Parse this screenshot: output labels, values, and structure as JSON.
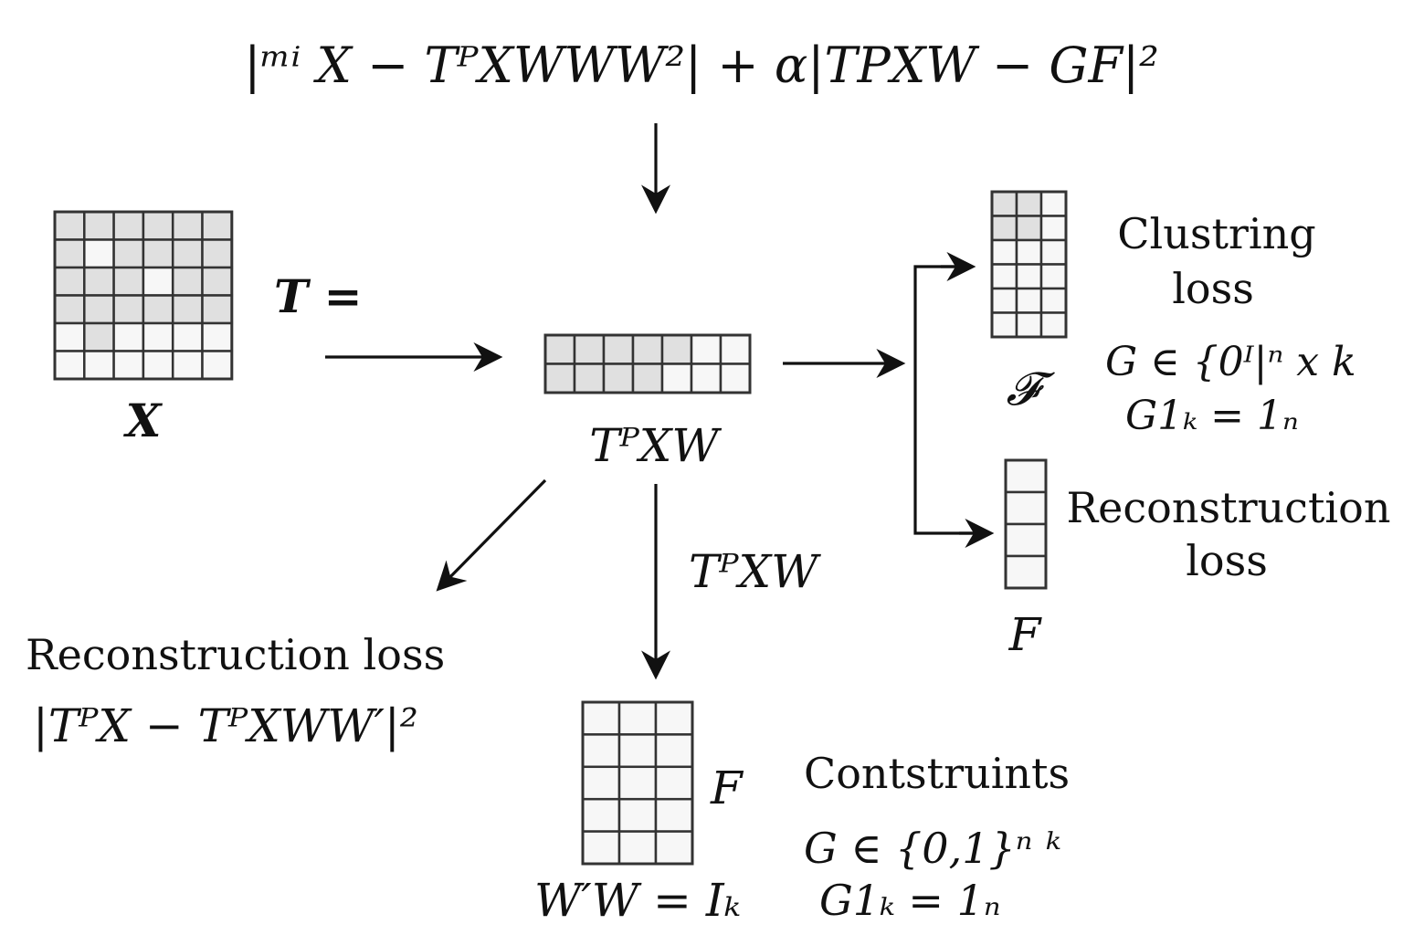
{
  "objective": {
    "text": "|ᵐⁱ X − TᴾXWWW²| + α|TPXW − GF|²"
  },
  "matrix_x": {
    "label": "X",
    "rows": [
      [
        1,
        1,
        1,
        1,
        1,
        1
      ],
      [
        1,
        0,
        1,
        1,
        1,
        1
      ],
      [
        1,
        1,
        1,
        0,
        1,
        1
      ],
      [
        1,
        1,
        1,
        1,
        1,
        1
      ],
      [
        0,
        1,
        0,
        0,
        0,
        0
      ],
      [
        0,
        0,
        0,
        0,
        0,
        0
      ]
    ]
  },
  "t_equals": {
    "text": "T ="
  },
  "projection": {
    "label": "TᴾXW",
    "rows": [
      [
        1,
        1,
        1,
        1,
        1,
        0,
        0
      ],
      [
        1,
        1,
        1,
        1,
        0,
        0,
        0
      ]
    ]
  },
  "clustering": {
    "matrix_label": "𝓕",
    "title_line1": "Clustring",
    "title_line2": "loss",
    "constraint1": "G ∈ {0ᴵ|ⁿ x k",
    "constraint2": "G1ₖ = 1ₙ",
    "rows": [
      [
        1,
        1,
        0
      ],
      [
        1,
        1,
        0
      ],
      [
        0,
        0,
        0
      ],
      [
        0,
        0,
        0
      ],
      [
        0,
        0,
        0
      ],
      [
        0,
        0,
        0
      ]
    ]
  },
  "reconstruction_right": {
    "matrix_label": "F",
    "title_line1": "Reconstruction",
    "title_line2": "loss",
    "rows": 4
  },
  "reconstruction_left": {
    "title": "Reconstruction loss",
    "formula": "|TᴾX − TᴾXWW′|²"
  },
  "down_arrow_label": {
    "text": "TᴾXW"
  },
  "bottom_matrix": {
    "label": "F",
    "constraint": "W′W = Iₖ",
    "rows": 5,
    "cols": 3
  },
  "constraints": {
    "title": "Contstruints",
    "line1": "G ∈ {0,1}ⁿ ᵏ",
    "line2": "G1ₖ = 1ₙ"
  },
  "colors": {
    "filled_cell": "#e0e0e0",
    "empty_cell": "#f7f7f7",
    "stroke": "#333333",
    "ink": "#111111"
  }
}
